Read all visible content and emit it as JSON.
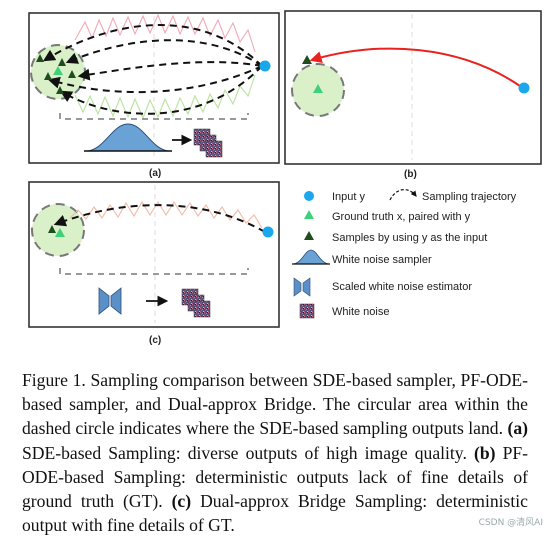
{
  "panels": {
    "a": {
      "tag": "(a)"
    },
    "b": {
      "tag": "(b)"
    },
    "c": {
      "tag": "(c)"
    }
  },
  "legend": {
    "input": "Input y",
    "trajectory": "Sampling trajectory",
    "ground_truth": "Ground truth x, paired with y",
    "samples": "Samples by using y as the input",
    "wn_sampler": "White noise  sampler",
    "estimator": "Scaled white noise estimator",
    "white_noise": "White noise"
  },
  "caption": {
    "intro": "Figure 1. Sampling comparison between SDE-based sampler, PF-ODE-based sampler, and Dual-approx Bridge.  The circular area within the dashed circle indicates where the SDE-based sampling outputs land.",
    "a_tag": "(a)",
    "a_text": " SDE-based Sampling: diverse outputs of high image quality.",
    "b_tag": "(b)",
    "b_text": " PF-ODE-based Sampling: deterministic outputs lack of fine details of ground truth (GT).",
    "c_tag": "(c)",
    "c_text": " Dual-approx Bridge Sampling: deterministic output with fine details of GT."
  },
  "colors": {
    "input_dot": "#1aa7ec",
    "gt_triangle": "#3fd17a",
    "sample_triangle": "#1f4d1f",
    "circle_fill": "#d9f0c8",
    "pf_arrow": "#e8231f",
    "estimator": "#5b8fc8"
  },
  "watermark": "CSDN @清风AI"
}
